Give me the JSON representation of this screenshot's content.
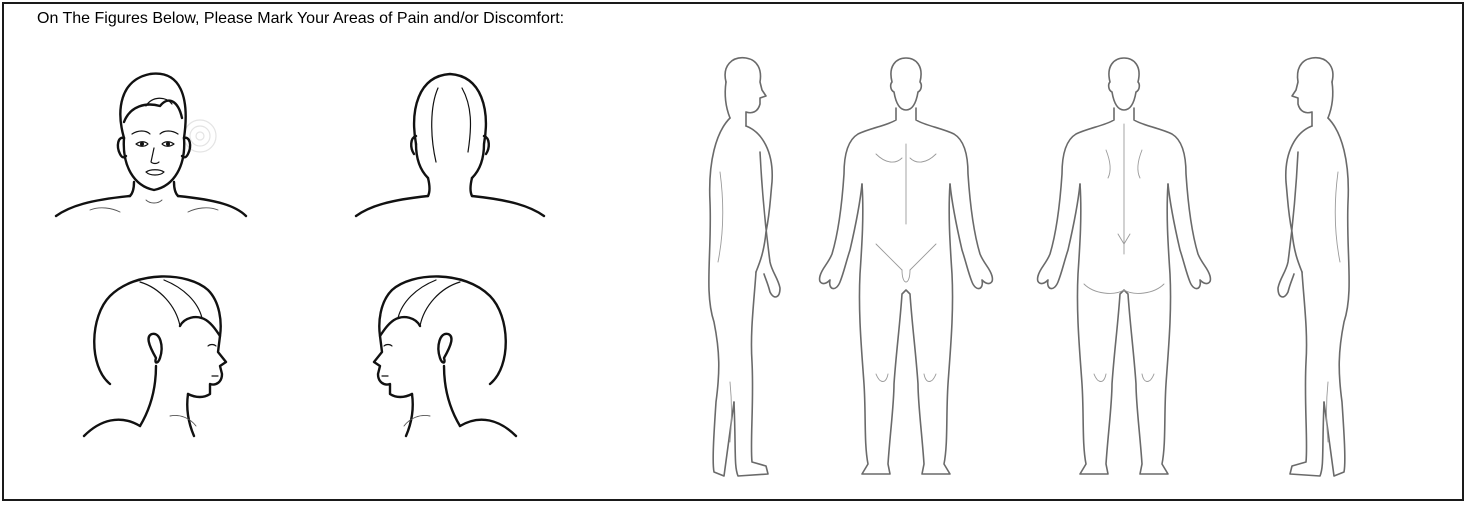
{
  "form": {
    "instruction": "On The Figures Below, Please Mark Your Areas of Pain and/or Discomfort:"
  },
  "figures": {
    "heads": [
      {
        "name": "head-front-view",
        "icon": "head-front-icon"
      },
      {
        "name": "head-back-view",
        "icon": "head-back-icon"
      },
      {
        "name": "head-right-profile-view",
        "icon": "head-profile-right-icon"
      },
      {
        "name": "head-left-profile-view",
        "icon": "head-profile-left-icon"
      }
    ],
    "bodies": [
      {
        "name": "body-side-right-view",
        "icon": "body-side-icon"
      },
      {
        "name": "body-front-view",
        "icon": "body-front-icon"
      },
      {
        "name": "body-back-view",
        "icon": "body-back-icon"
      },
      {
        "name": "body-side-left-view",
        "icon": "body-side-icon"
      }
    ]
  },
  "colors": {
    "border": "#1a1a1a",
    "line_art": "#111111",
    "body_outline": "#6a6a6a"
  }
}
